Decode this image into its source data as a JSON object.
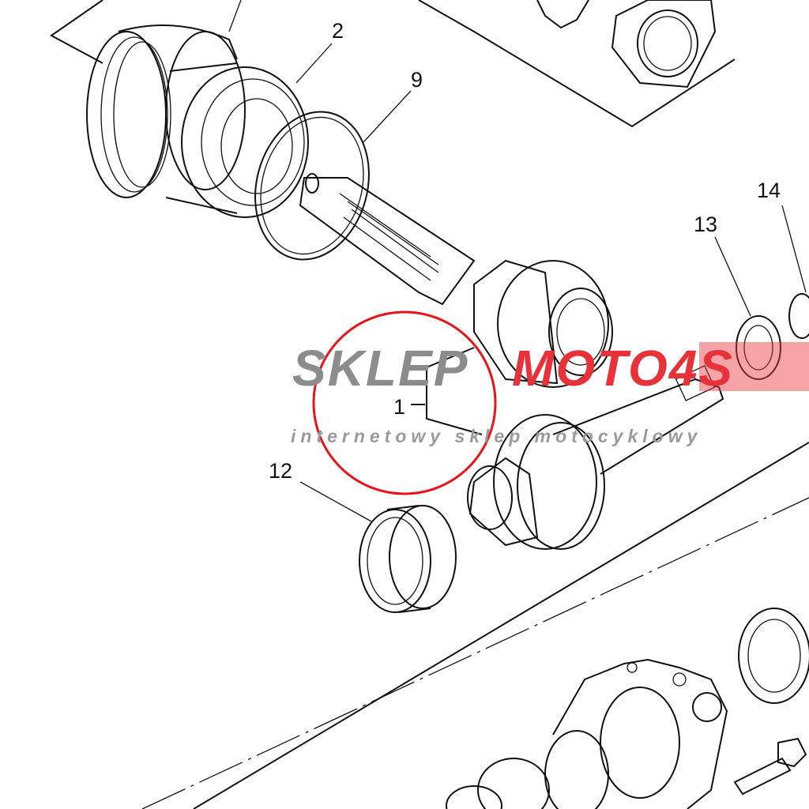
{
  "diagram": {
    "callouts": [
      {
        "id": "2",
        "label": "2"
      },
      {
        "id": "9",
        "label": "9"
      },
      {
        "id": "13",
        "label": "13"
      },
      {
        "id": "14",
        "label": "14"
      },
      {
        "id": "1",
        "label": "1"
      },
      {
        "id": "12",
        "label": "12"
      }
    ],
    "highlight_color": "#e8141b"
  },
  "watermark": {
    "brand_part1": "SKLEP",
    "brand_part2": "MOTO4S",
    "tagline": "internetowy sklep motocyklowy",
    "gray": "#8c8c8c",
    "red": "#e8323a"
  }
}
